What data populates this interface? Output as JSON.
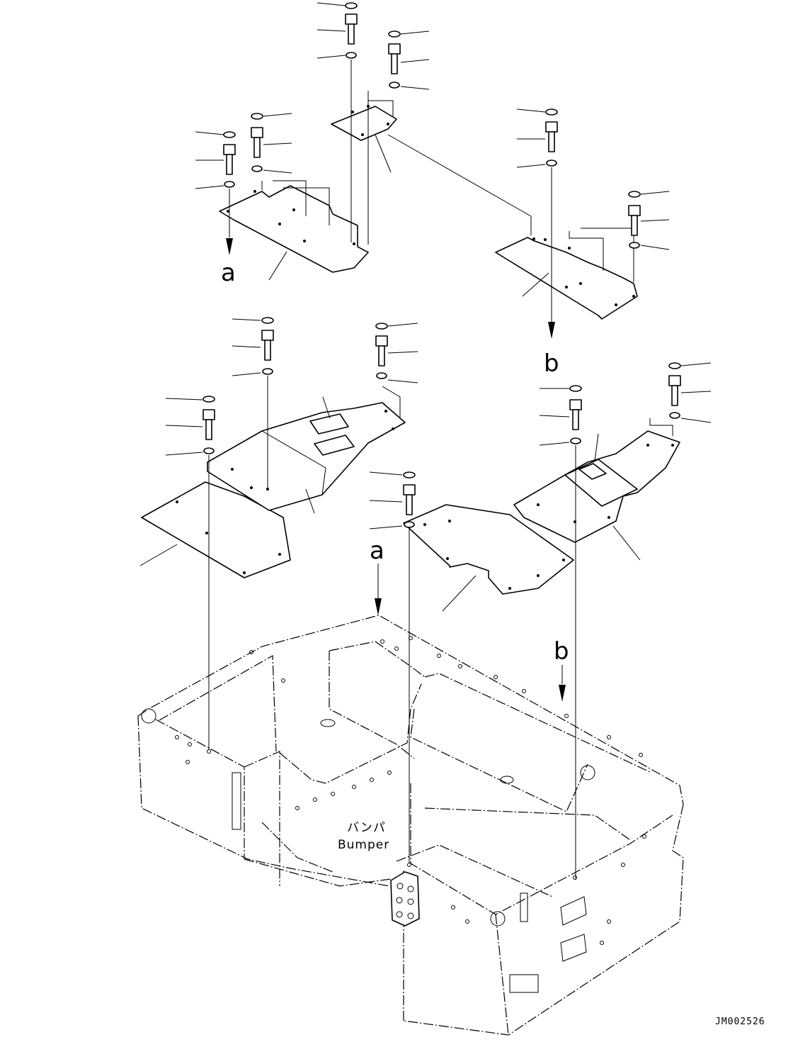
{
  "diagram": {
    "callout_a_top": "a",
    "callout_b_top": "b",
    "callout_a_bottom": "a",
    "callout_b_bottom": "b",
    "bumper_label_jp": "バンパ",
    "bumper_label_en": "Bumper",
    "drawing_code": "JM002526"
  }
}
